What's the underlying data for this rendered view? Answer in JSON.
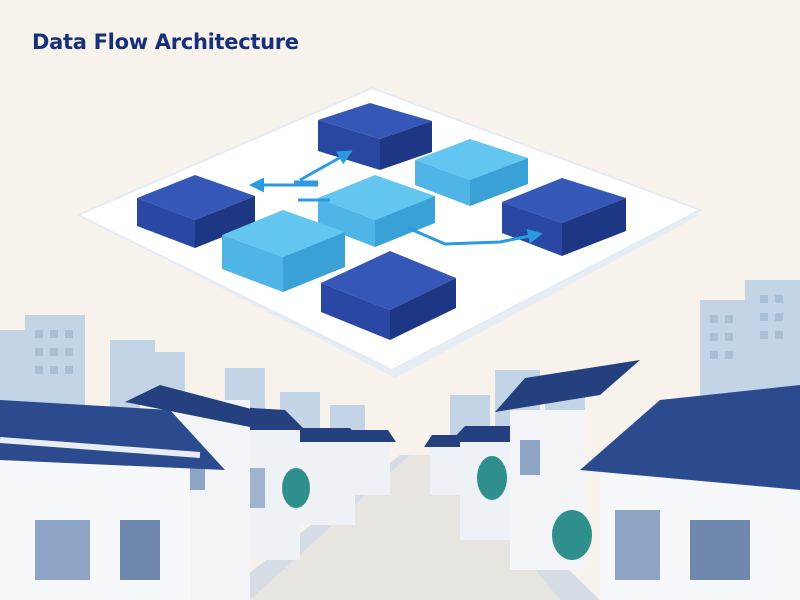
{
  "header": {
    "title": "Data Flow Architecture"
  },
  "colors": {
    "background": "#f7f3ec",
    "title": "#16307a",
    "node_dark": "#2d4fb0",
    "node_light": "#4fb8ea",
    "arrow": "#2a9be0",
    "platform": "#ffffff",
    "roof": "#25407f",
    "wall": "#eef1f6",
    "tree": "#2f8f8c",
    "skyline": "#b8cde0"
  },
  "diagram": {
    "nodes": [
      {
        "id": "n1",
        "tone": "dark"
      },
      {
        "id": "n2",
        "tone": "dark"
      },
      {
        "id": "n3",
        "tone": "light"
      },
      {
        "id": "n4",
        "tone": "light"
      },
      {
        "id": "n5",
        "tone": "dark"
      },
      {
        "id": "n6",
        "tone": "light"
      },
      {
        "id": "n7",
        "tone": "dark"
      }
    ],
    "arrows": [
      {
        "from": "n4",
        "to": "n1"
      },
      {
        "from": "n4",
        "to": "n2"
      },
      {
        "from": "n4",
        "to": "n5"
      }
    ]
  }
}
